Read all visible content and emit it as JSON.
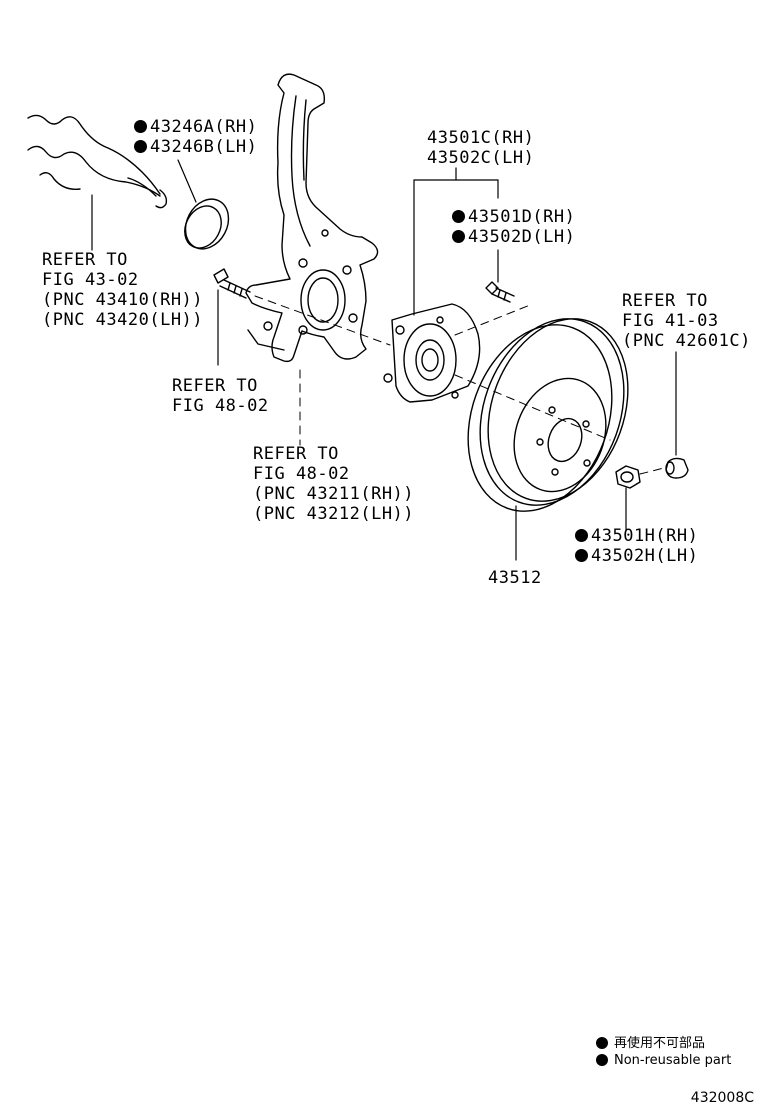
{
  "labels": {
    "oil_seal": [
      "43246A(RH)",
      "43246B(LH)"
    ],
    "refer_43_02": [
      "REFER TO",
      "FIG 43-02",
      "(PNC 43410(RH))",
      "(PNC 43420(LH))"
    ],
    "hub_assy": [
      "43501C(RH)",
      "43502C(LH)"
    ],
    "hub_bolt": [
      "43501D(RH)",
      "43502D(LH)"
    ],
    "refer_41_03": [
      "REFER TO",
      "FIG 41-03",
      "(PNC 42601C)"
    ],
    "refer_48_02_a": [
      "REFER TO",
      "FIG 48-02"
    ],
    "refer_48_02_b": [
      "REFER TO",
      "FIG 48-02",
      "(PNC 43211(RH))",
      "(PNC 43212(LH))"
    ],
    "hub_nut": [
      "43501H(RH)",
      "43502H(LH)"
    ],
    "disc": "43512"
  },
  "legend": {
    "jp": "再使用不可部品",
    "en": "Non-reusable part"
  },
  "figure_code": "432008C"
}
